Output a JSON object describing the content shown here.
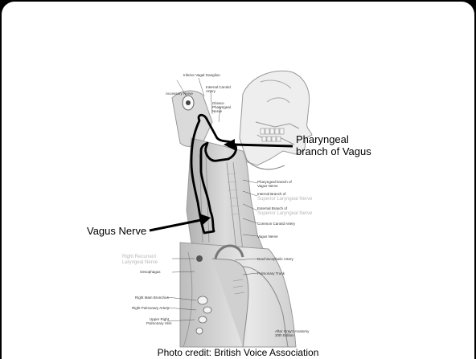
{
  "annotations": {
    "pharyngeal_line1": "Pharyngeal",
    "pharyngeal_line2": "branch of Vagus",
    "vagus": "Vagus Nerve"
  },
  "credit": "Photo credit: British Voice Association",
  "anatomy_labels": {
    "inferior_vagal_ganglion": "Inferior Vagal Ganglion",
    "accessory_nerve": "Accessory Nerve",
    "internal_carotid_1": "Internal Carotid",
    "internal_carotid_2": "Artery",
    "glossopharyngeal_1": "Glosso-",
    "glossopharyngeal_2": "Pharyngeal",
    "glossopharyngeal_3": "Nerve",
    "pharyngeal_branch_1": "Pharyngeal branch of",
    "pharyngeal_branch_2": "Vagus Nerve",
    "internal_branch": "Internal Branch of",
    "sup_laryngeal_1": "Superior Laryngeal Nerve",
    "external_branch": "External Branch of",
    "sup_laryngeal_2": "Superior Laryngeal Nerve",
    "common_carotid": "Common Carotid Artery",
    "vagus_nerve": "Vagus Nerve",
    "right_recurrent_1": "Right Recurrent",
    "right_recurrent_2": "Laryngeal Nerve",
    "oesophagus": "Oesophagus",
    "brachiocephalic": "Brachiocephalic Artery",
    "pulmonary_trunk": "Pulmonary Trunk",
    "right_main_bronchus": "Right Main Bronchus",
    "right_pulmonary_artery": "Right Pulmonary Artery",
    "upper_right_1": "Upper Right",
    "upper_right_2": "Pulmonary Vein",
    "source_1": "After Gray's Anatomy",
    "source_2": "20th Edition"
  },
  "colors": {
    "frame": "#000000",
    "slide": "#ffffff",
    "outline": "#000000",
    "illustration": "#8a8a8a"
  }
}
